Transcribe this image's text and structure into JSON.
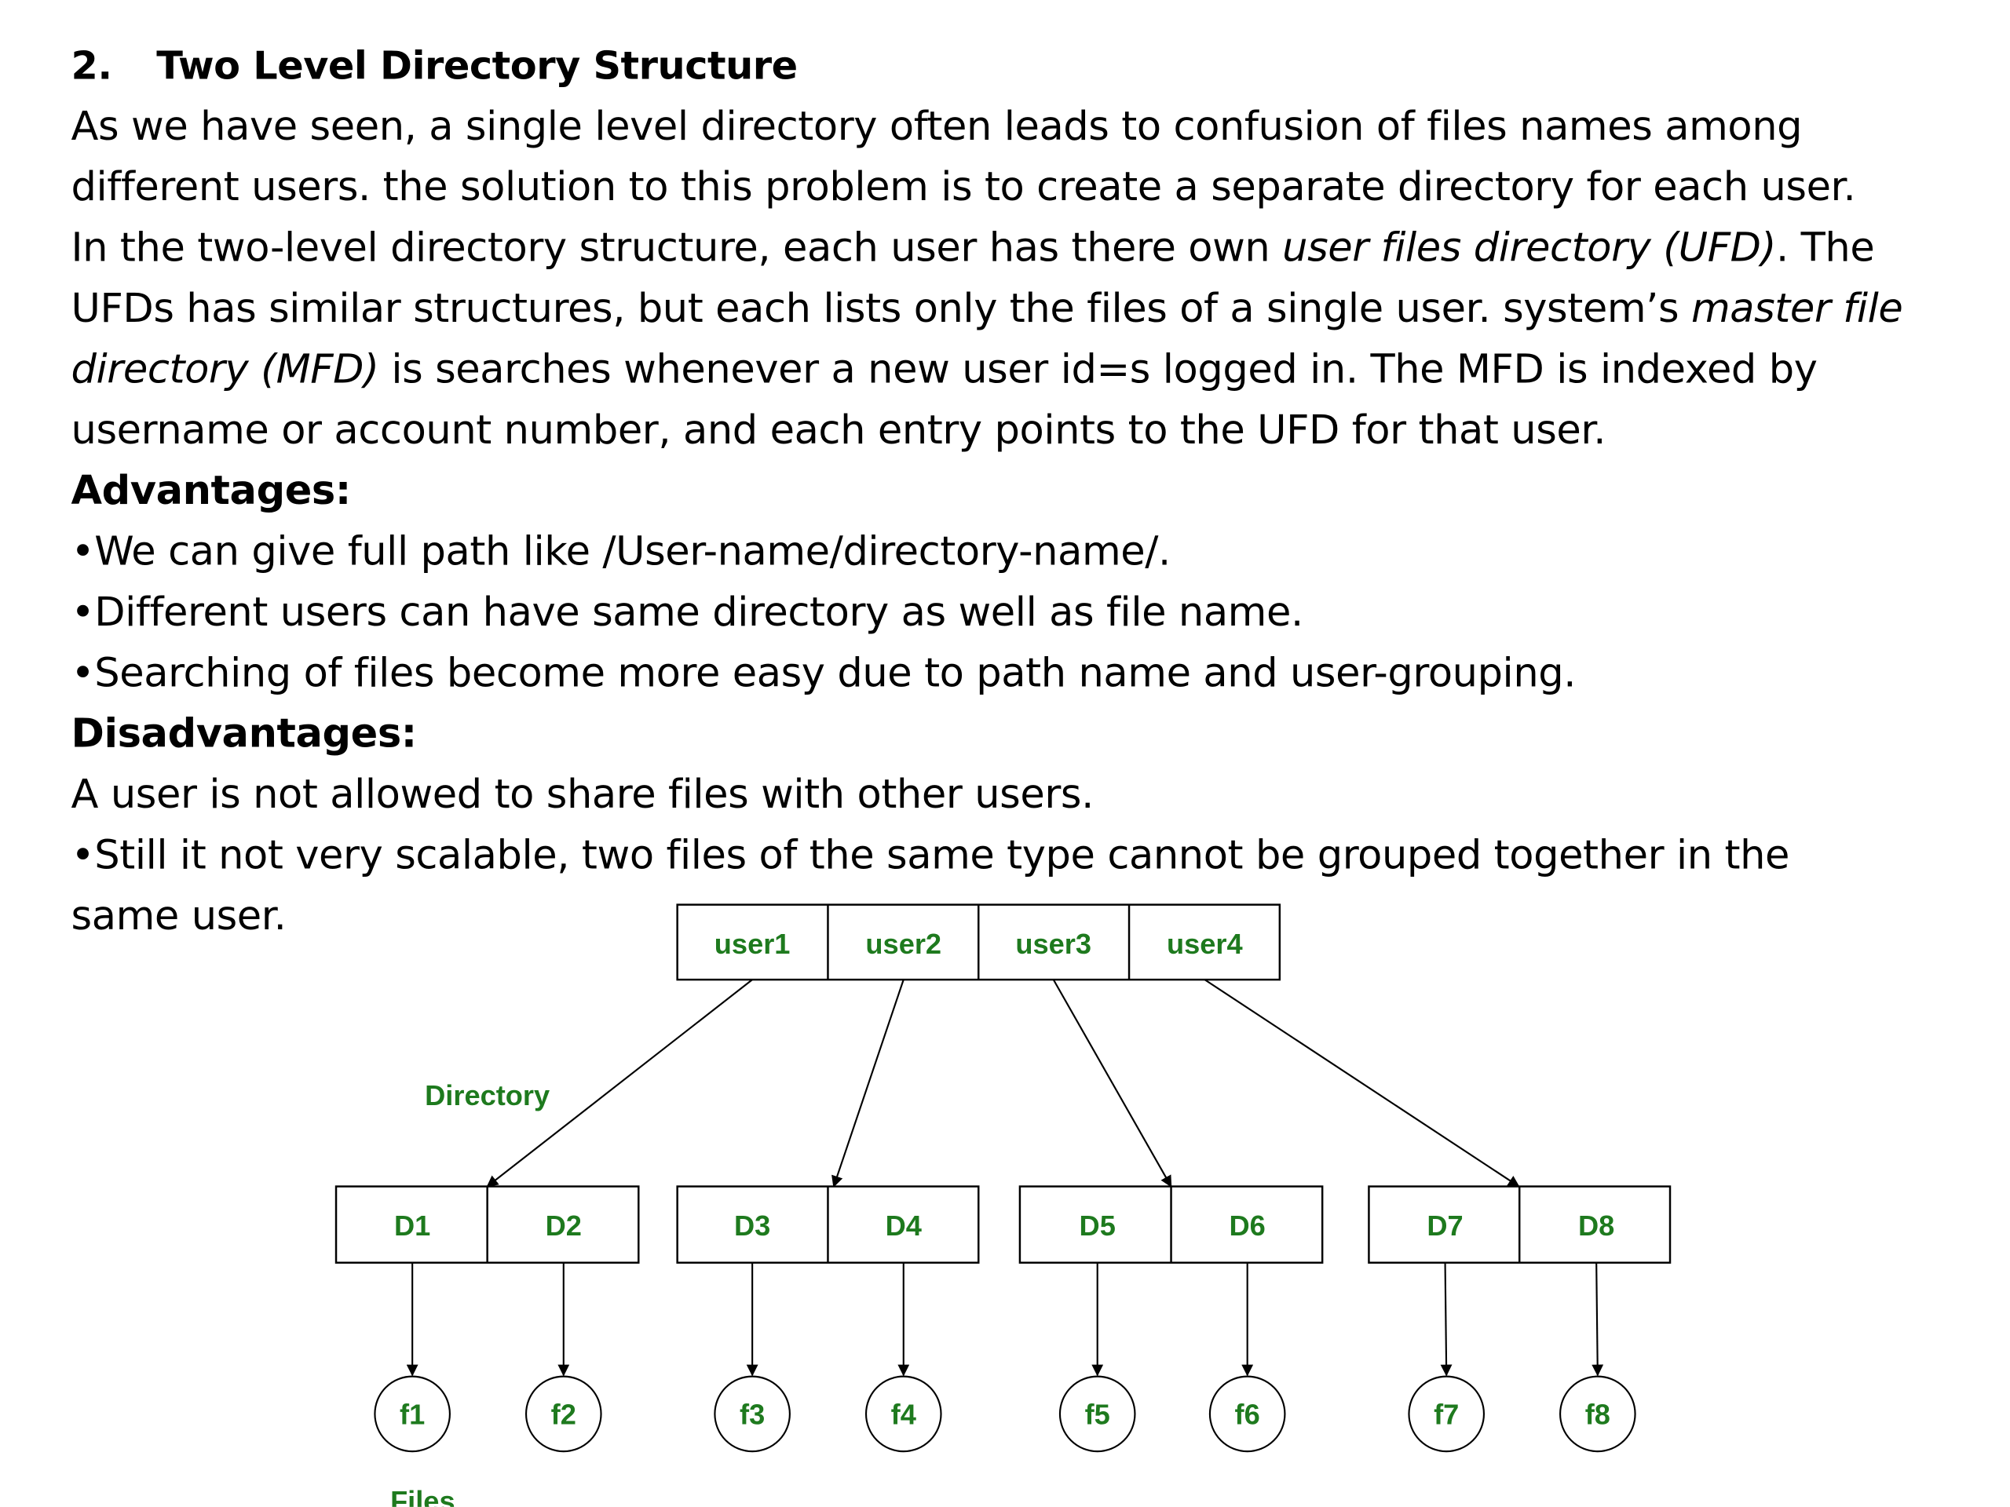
{
  "heading": {
    "number": "2.",
    "title": "Two Level Directory Structure"
  },
  "paragraph": {
    "line1": "As we have seen, a single level directory often leads to confusion of files names among",
    "line2": "different users. the solution to this problem is to create a separate directory for each user.",
    "line3_a": "In the two-level directory structure, each user has there own ",
    "line3_italic": "user files directory (UFD)",
    "line3_b": ". The",
    "line4_a": "UFDs has similar structures, but each lists only the files of a single user. system’s ",
    "line4_italic": "master file",
    "line5_italic": "directory (MFD)",
    "line5_b": " is searches whenever a new user id=s logged in. The MFD is indexed by",
    "line6": "username or account number, and each entry points to the UFD for that user."
  },
  "advantages": {
    "title": "Advantages:",
    "items": [
      "•We can give full path like /User-name/directory-name/.",
      "•Different users can have same directory as well as file name.",
      "•Searching of files become more easy due to path name and user-grouping."
    ]
  },
  "disadvantages": {
    "title": "Disadvantages:",
    "line1": "A user is not allowed to share files with other users.",
    "line2": "•Still it not very scalable, two files of the same type cannot be grouped together in the",
    "line3": "same user."
  },
  "diagram": {
    "users": [
      "user1",
      "user2",
      "user3",
      "user4"
    ],
    "directories": [
      "D1",
      "D2",
      "D3",
      "D4",
      "D5",
      "D6",
      "D7",
      "D8"
    ],
    "files": [
      "f1",
      "f2",
      "f3",
      "f4",
      "f5",
      "f6",
      "f7",
      "f8"
    ],
    "directory_label": "Directory",
    "files_label": "Files",
    "label_color": "#1e7a1e"
  }
}
